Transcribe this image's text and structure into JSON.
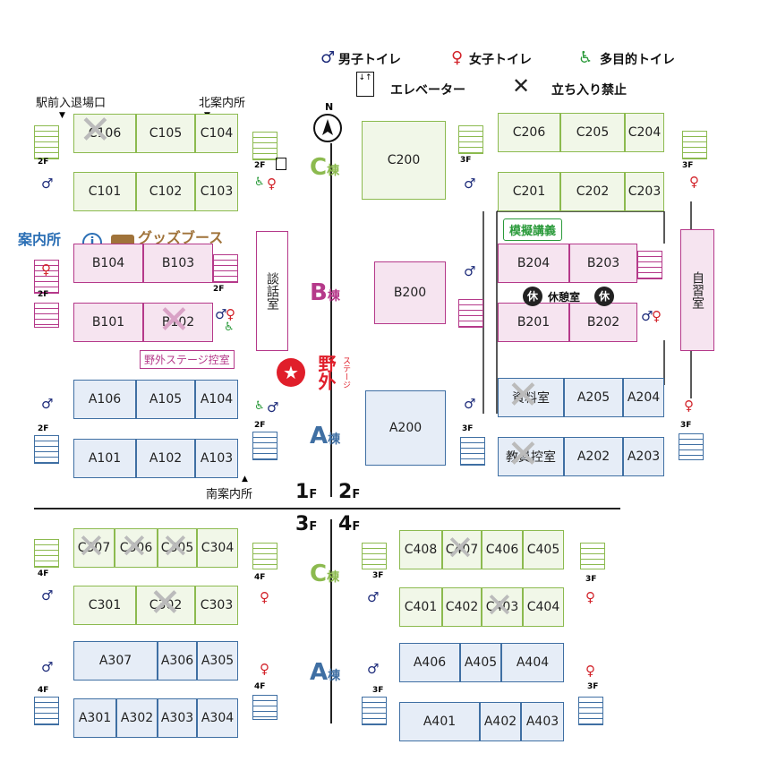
{
  "legend": {
    "male": "男子トイレ",
    "female": "女子トイレ",
    "multi": "多目的トイレ",
    "elevator": "エレベーター",
    "noentry": "立ち入り禁止"
  },
  "labels": {
    "ekimae": "駅前入退場口",
    "kita": "北案内所",
    "minami": "南案内所",
    "annai": "案内所",
    "goods": "グッズブース",
    "yagai_hikae": "野外ステージ控室",
    "yagai_big": "野外",
    "yagai_small": "ステージ",
    "mogi": "模擬講義",
    "kyukei": "休憩室",
    "yasumi": "休",
    "north": "N",
    "c_bld": "C",
    "b_bld": "B",
    "a_bld": "A",
    "mune": "棟",
    "f1": "1",
    "f2": "2",
    "f3": "3",
    "f4": "4",
    "f_unit": "F",
    "s2f": "2F",
    "s3f": "3F",
    "s4f": "4F",
    "s1f": "1F",
    "dan": "談話室",
    "jishu": "自習室",
    "shiryo": "資料室",
    "kyoin": "教員控室"
  },
  "rooms": {
    "c106": "C106",
    "c105": "C105",
    "c104": "C104",
    "c101": "C101",
    "c102": "C102",
    "c103": "C103",
    "b104": "B104",
    "b103": "B103",
    "b101": "B101",
    "b102": "B102",
    "a106": "A106",
    "a105": "A105",
    "a104": "A104",
    "a101": "A101",
    "a102": "A102",
    "a103": "A103",
    "c200": "C200",
    "c206": "C206",
    "c205": "C205",
    "c204": "C204",
    "c201": "C201",
    "c202": "C202",
    "c203": "C203",
    "b200": "B200",
    "b204": "B204",
    "b203": "B203",
    "b201": "B201",
    "b202": "B202",
    "a200": "A200",
    "a205": "A205",
    "a204": "A204",
    "a202": "A202",
    "a203": "A203",
    "c307": "C307",
    "c306": "C306",
    "c305": "C305",
    "c304": "C304",
    "c301": "C301",
    "c302": "C302",
    "c303": "C303",
    "a307": "A307",
    "a306": "A306",
    "a305": "A305",
    "a301": "A301",
    "a302": "A302",
    "a303": "A303",
    "a304": "A304",
    "c408": "C408",
    "c407": "C407",
    "c406": "C406",
    "c405": "C405",
    "c401": "C401",
    "c402": "C402",
    "c403": "C403",
    "c404": "C404",
    "a406": "A406",
    "a405": "A405",
    "a404": "A404",
    "a401": "A401",
    "a402": "A402",
    "a403": "A403"
  },
  "colors": {
    "c_building": "#8cba4f",
    "b_building": "#b5398a",
    "a_building": "#3f6fa3",
    "male": "#1d2b7a",
    "female": "#d2232a",
    "multi": "#2a9a3a",
    "goods": "#a0733a",
    "info": "#2b6fb5",
    "stage": "#e01e2a"
  }
}
